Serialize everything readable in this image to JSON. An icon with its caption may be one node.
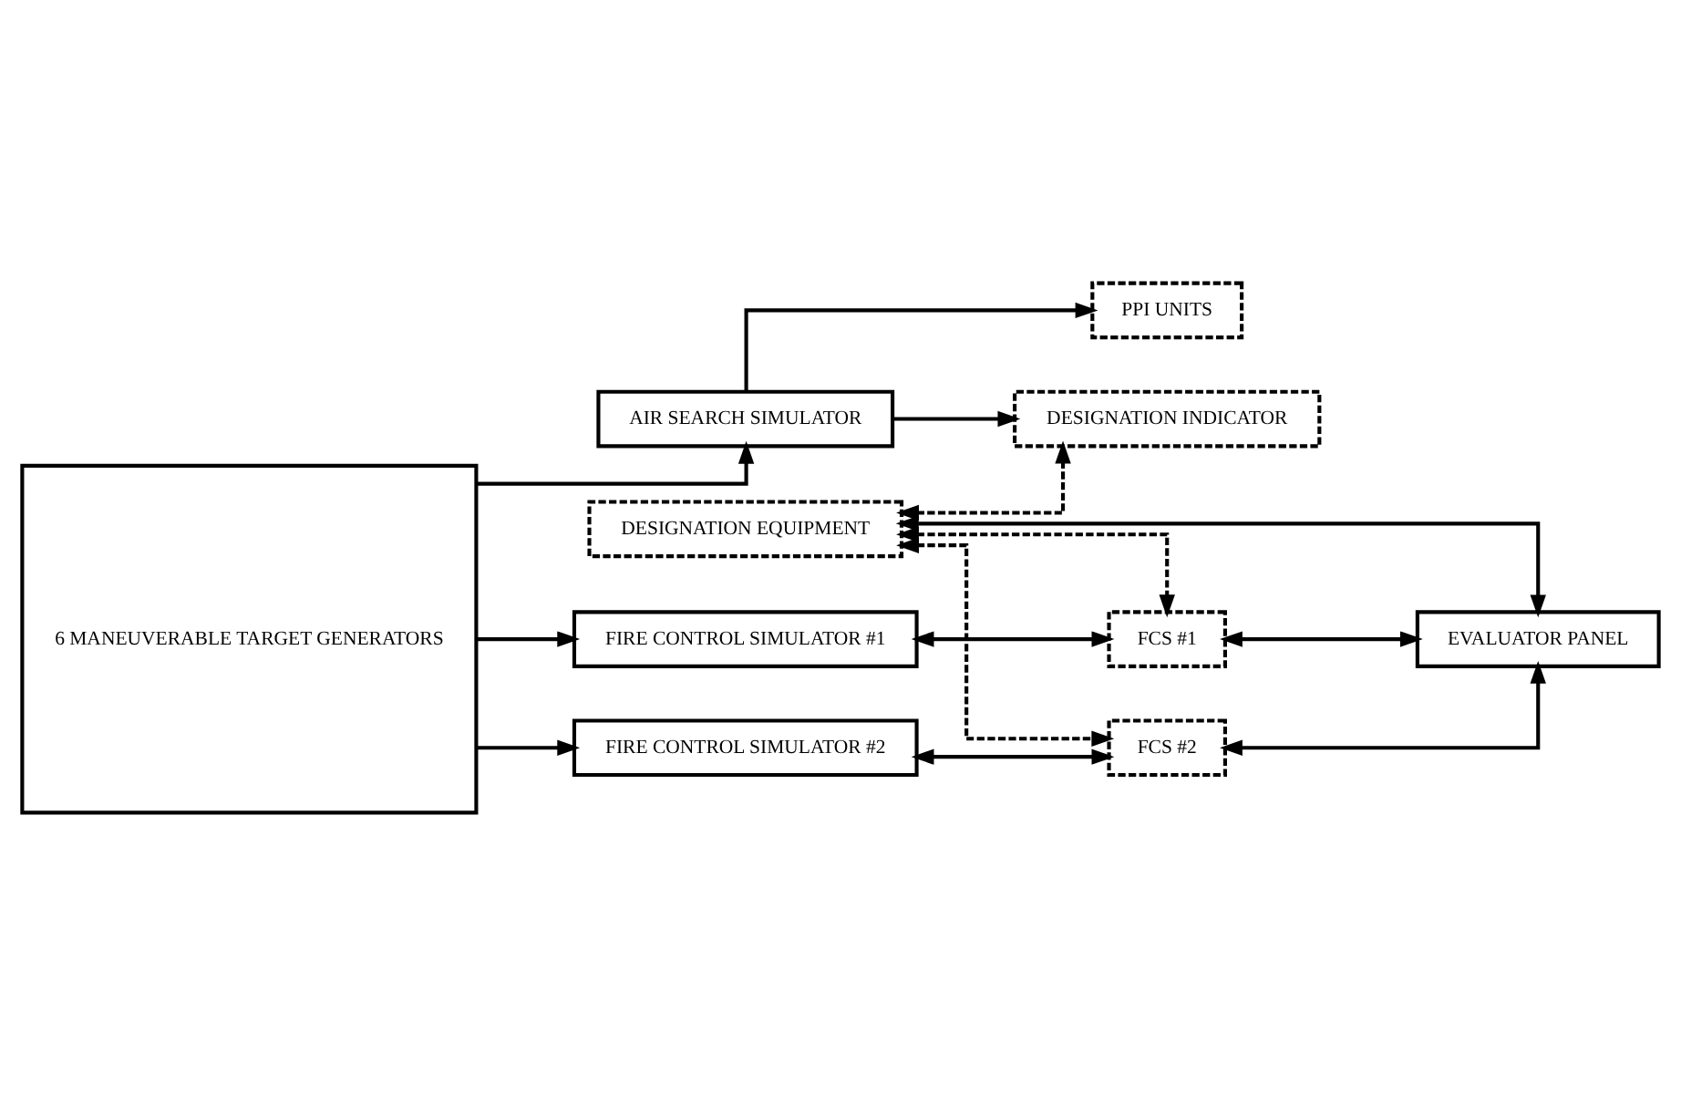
{
  "diagram": {
    "nodes": [
      {
        "text": [
          "6 MANEUVERABLE TARGET GENERATORS"
        ]
      },
      {
        "text": [
          "AIR SEARCH SIMULATOR"
        ]
      },
      {
        "text": [
          "FIRE CONTROL SIMULATOR #1"
        ]
      },
      {
        "text": [
          "FIRE CONTROL SIMULATOR #2"
        ]
      },
      {
        "text": [
          "PPI UNITS"
        ]
      },
      {
        "text": [
          "DESIGNATION INDICATOR"
        ]
      },
      {
        "text": [
          "DESIGNATION EQUIPMENT"
        ]
      },
      {
        "text": [
          "FCS #1"
        ]
      },
      {
        "text": [
          "FCS #2"
        ]
      },
      {
        "text": [
          "EVALUATOR PANEL"
        ]
      }
    ],
    "edges": [
      {
        "from": 0,
        "to": 1,
        "arrow": "to"
      },
      {
        "from": 0,
        "to": 2,
        "arrow": "to"
      },
      {
        "from": 0,
        "to": 3,
        "arrow": "to"
      },
      {
        "from": 1,
        "to": 4,
        "arrow": "to"
      },
      {
        "from": 1,
        "to": 5,
        "arrow": "to"
      },
      {
        "from": 6,
        "to": 5,
        "arrow": "both",
        "style": "dashed"
      },
      {
        "from": 2,
        "to": 7,
        "arrow": "both"
      },
      {
        "from": 6,
        "to": 7,
        "arrow": "both",
        "style": "dashed"
      },
      {
        "from": 7,
        "to": 9,
        "arrow": "both"
      },
      {
        "from": 3,
        "to": 8,
        "arrow": "both"
      },
      {
        "from": 6,
        "to": 8,
        "arrow": "both",
        "style": "dashed"
      },
      {
        "from": 8,
        "to": 9,
        "arrow": "both"
      },
      {
        "from": 6,
        "to": 9,
        "arrow": "both"
      }
    ]
  }
}
